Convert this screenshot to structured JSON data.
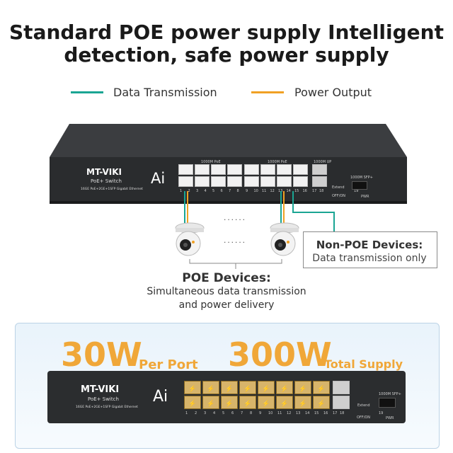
{
  "headline": {
    "line1": "Standard POE power supply Intelligent",
    "line2": "detection, safe power supply"
  },
  "legend": [
    {
      "label": "Data Transmission",
      "color": "#1aa593"
    },
    {
      "label": "Power Output",
      "color": "#f0a124"
    }
  ],
  "switch": {
    "brand": "MT-VIKI",
    "model": "PoE+ Switch",
    "spec": "16GE PoE+2GE+1SFP Gigabit Ethernet",
    "ai": "Ai",
    "group1_label": "1000M PoE",
    "group2_label": "1000M PoE",
    "uplink_label": "1000M UP",
    "sfp_label": "1000M SFP+",
    "extend_label": "Extend",
    "ofon_label": "OFF/ON",
    "pwr_label": "PWR",
    "port_numbers": [
      "1",
      "2",
      "3",
      "4",
      "5",
      "6",
      "7",
      "8",
      "9",
      "10",
      "11",
      "12",
      "13",
      "14",
      "15",
      "16",
      "17",
      "18",
      "19"
    ]
  },
  "dots": "......",
  "callout": {
    "title": "Non-POE Devices:",
    "subtitle": "Data transmission only"
  },
  "poe_devices": {
    "title": "POE Devices:",
    "line1": "Simultaneous data transmission",
    "line2": "and power delivery"
  },
  "power": {
    "per_port_value": "30W",
    "per_port_label": "Per Port",
    "total_value": "300W",
    "total_label": "Total Supply"
  }
}
